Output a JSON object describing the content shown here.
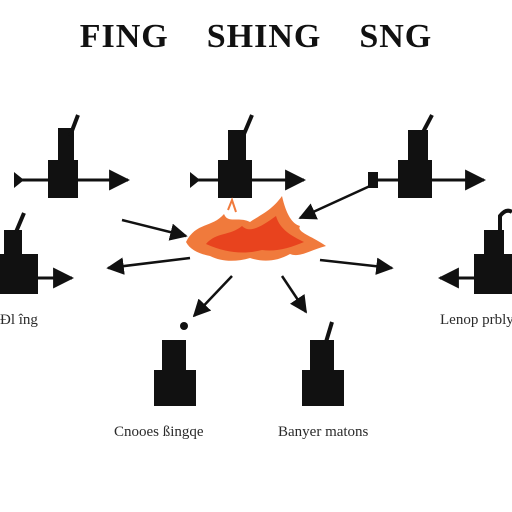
{
  "title": "FING    SHING    SNG",
  "labels": {
    "left": "Ðl îng",
    "right": "Lenop prbly",
    "bottom_left": "Cnooes ßingqe",
    "bottom_right": "Banyer matons"
  },
  "colors": {
    "ink": "#111111",
    "flame_outer": "#f07a3c",
    "flame_inner": "#e8431e"
  },
  "icons": [
    "valve-icon",
    "flame-icon",
    "arrow-icon"
  ]
}
